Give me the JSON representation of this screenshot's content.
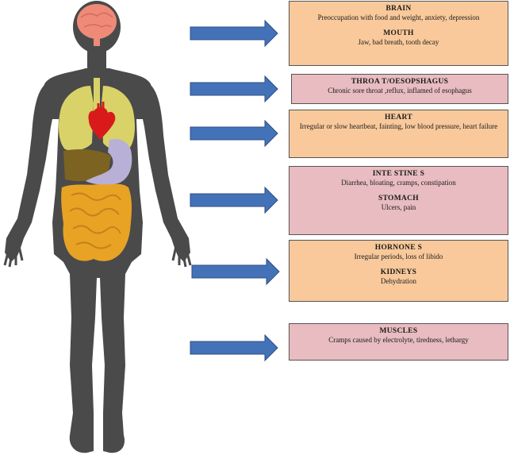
{
  "colors": {
    "orange_box": "#f9c99b",
    "pink_box": "#e8bcc0",
    "arrow_fill": "#4472b8",
    "arrow_stroke": "#2f4f86",
    "body": "#4a4a4a",
    "brain": "#ef8a78",
    "lungs": "#d9d268",
    "heart": "#d91a1a",
    "liver": "#7d6321",
    "stomach": "#b8b0d6",
    "intestines": "#e8a325"
  },
  "boxes": [
    {
      "color": "orange",
      "sections": [
        {
          "title": "BRAIN",
          "desc": "Preoccupation with food and weight, anxiety, depression"
        },
        {
          "title": "MOUTH",
          "desc": "Jaw, bad breath, tooth decay"
        }
      ]
    },
    {
      "color": "pink",
      "sections": [
        {
          "title": "THROA T/OESOPSHAGUS",
          "desc": "Chronic sore throat ,reflux, inflamed of esophagus"
        }
      ]
    },
    {
      "color": "orange",
      "sections": [
        {
          "title": "HEART",
          "desc": "Irregular or slow heartbeat, fainting, low blood pressure, heart failure"
        }
      ]
    },
    {
      "color": "pink",
      "sections": [
        {
          "title": "INTE STINE S",
          "desc": "Diarrhea, bloating, cramps, constipation"
        },
        {
          "title": "STOMACH",
          "desc": "Ulcers, pain"
        }
      ]
    },
    {
      "color": "orange",
      "sections": [
        {
          "title": "HORNONE S",
          "desc": "Irregular periods, loss of libido"
        },
        {
          "title": "KIDNEYS",
          "desc": "Dehydration"
        }
      ]
    },
    {
      "color": "pink",
      "sections": [
        {
          "title": "MUSCLES",
          "desc": "Cramps caused by electrolyte, tiredness, lethargy"
        }
      ]
    }
  ]
}
